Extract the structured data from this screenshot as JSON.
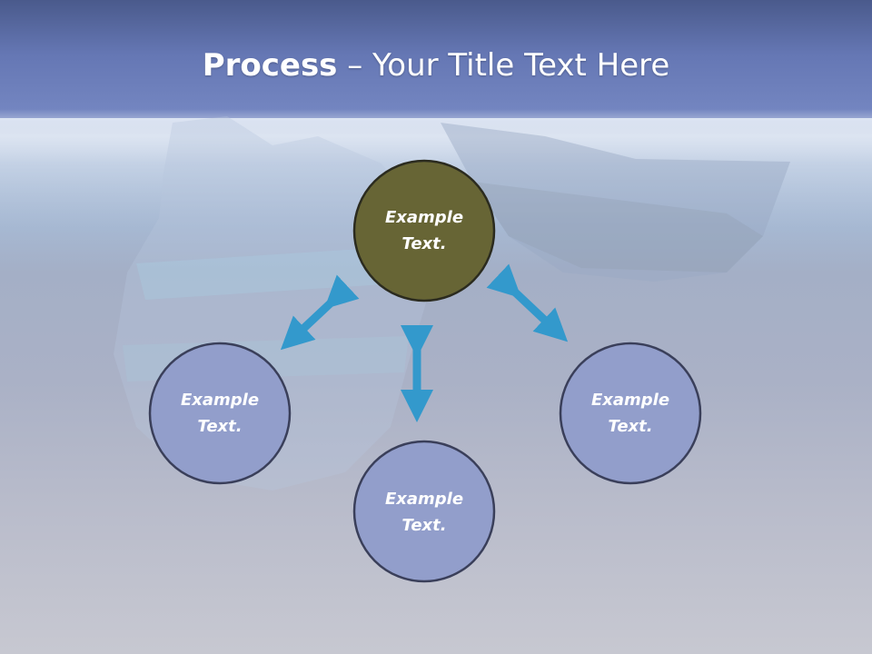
{
  "title": {
    "bold": "Process",
    "rest": " – Your Title Text Here"
  },
  "nodes": [
    {
      "label_line1": "Example",
      "label_line2": "Text.",
      "fill": "#676535"
    },
    {
      "label_line1": "Example",
      "label_line2": "Text.",
      "fill": "#929ecb"
    },
    {
      "label_line1": "Example",
      "label_line2": "Text.",
      "fill": "#929ecb"
    },
    {
      "label_line1": "Example",
      "label_line2": "Text.",
      "fill": "#929ecb"
    }
  ],
  "colors": {
    "arrow": "#3399cc",
    "node_outline": "#3a3f5a",
    "center_outline": "#2b2b1f"
  }
}
